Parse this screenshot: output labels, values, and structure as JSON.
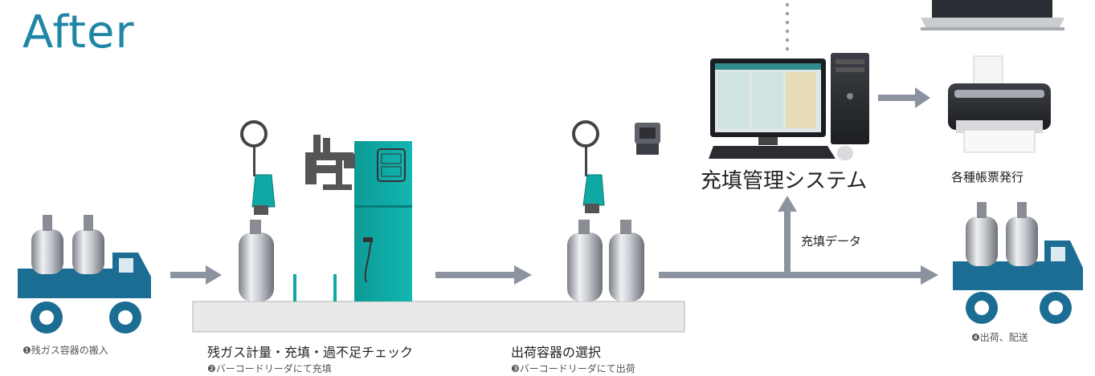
{
  "title": "After",
  "labels": {
    "system": "充填管理システム",
    "print": "各種帳票発行",
    "fill_data": "充填データ",
    "step2_title": "残ガス計量・充填・過不足チェック",
    "step2_sub": "❷バーコードリーダにて充填",
    "step3_title": "出荷容器の選択",
    "step3_sub": "❸バーコードリーダにて出荷",
    "step1": "❶残ガス容器の搬入",
    "step4": "❹出荷、配送"
  },
  "colors": {
    "title": "#1f87a5",
    "truck": "#1b6d93",
    "teal": "#0fa8a4",
    "arrow": "#8c93a0",
    "platform": "#e9e9e9"
  }
}
